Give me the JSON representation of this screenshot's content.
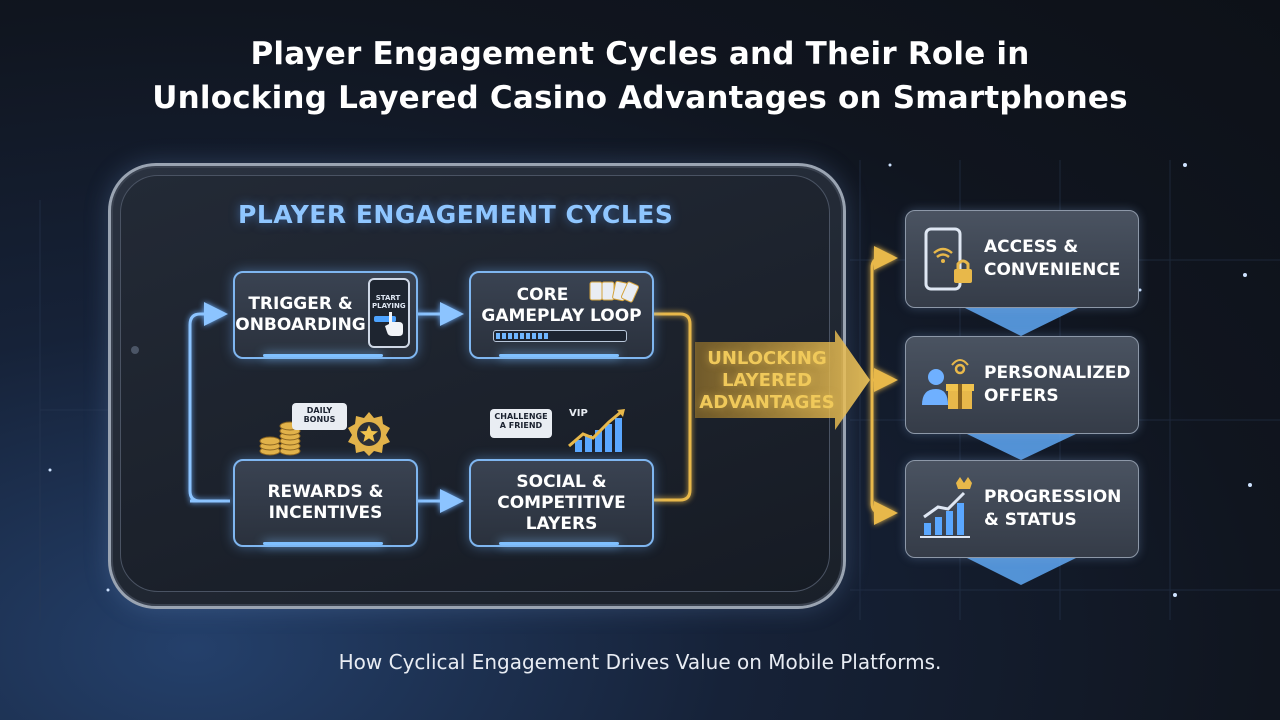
{
  "title_line1": "Player Engagement Cycles and Their Role in",
  "title_line2": "Unlocking Layered Casino Advantages on Smartphones",
  "subtitle": "How Cyclical Engagement Drives Value on Mobile Platforms.",
  "screen_title": "PLAYER ENGAGEMENT CYCLES",
  "nodes": {
    "trigger": [
      "TRIGGER &",
      "ONBOARDING"
    ],
    "core": [
      "CORE",
      "GAMEPLAY LOOP"
    ],
    "rewards": [
      "REWARDS &",
      "INCENTIVES"
    ],
    "social": [
      "SOCIAL &",
      "COMPETITIVE",
      "LAYERS"
    ]
  },
  "icon_text": {
    "start_playing": [
      "START",
      "PLAYING"
    ],
    "daily_bonus": [
      "DAILY",
      "BONUS"
    ],
    "challenge": [
      "CHALLENGE",
      "A FRIEND"
    ],
    "vip": "VIP"
  },
  "unlock_label": [
    "UNLOCKING",
    "LAYERED",
    "ADVANTAGES"
  ],
  "advantages": [
    {
      "label": [
        "ACCESS &",
        "CONVENIENCE"
      ],
      "icon": "phone-wifi-lock-icon"
    },
    {
      "label": [
        "PERSONALIZED",
        "OFFERS"
      ],
      "icon": "user-gift-icon"
    },
    {
      "label": [
        "PROGRESSION",
        "& STATUS"
      ],
      "icon": "growth-chart-crown-icon"
    }
  ],
  "colors": {
    "accent_blue": "#7fb6f0",
    "accent_gold": "#e8b84a",
    "screen_title": "#8fc6ff"
  }
}
